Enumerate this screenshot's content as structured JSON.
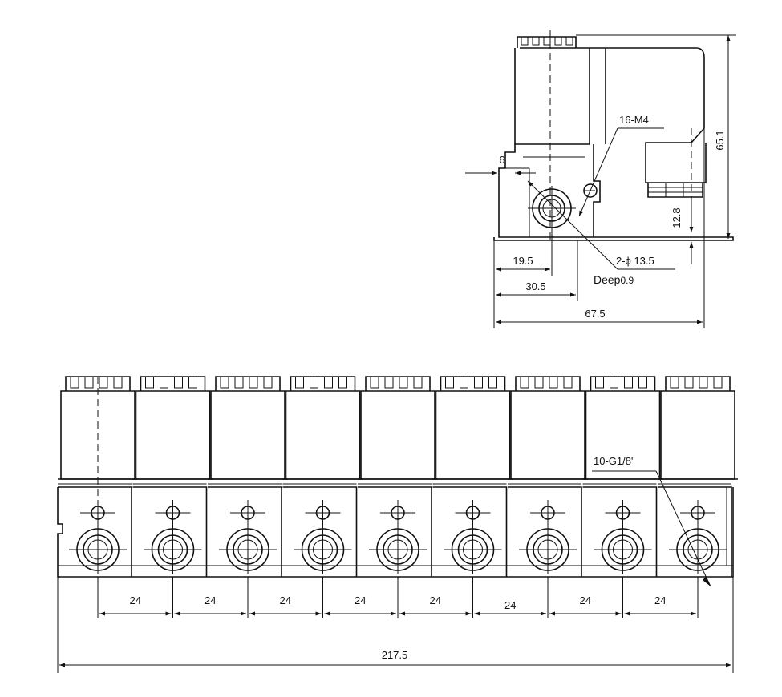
{
  "side_view": {
    "thread_callout": "16-M4",
    "dim_height_total": "65.1",
    "dim_port_height": "12.8",
    "dim_offset": "6",
    "dim_hole_center": "19.5",
    "dim_port_center": "30.5",
    "dim_width_total": "67.5",
    "hole_callout": "2-ϕ 13.5",
    "depth_label": "Deep",
    "depth_value": "0.9"
  },
  "front_view": {
    "valve_count": 9,
    "port_callout": "10-G1/8\"",
    "pitch_labels": [
      "24",
      "24",
      "24",
      "24",
      "24",
      "24",
      "24",
      "24"
    ],
    "overall_length": "217.5"
  }
}
